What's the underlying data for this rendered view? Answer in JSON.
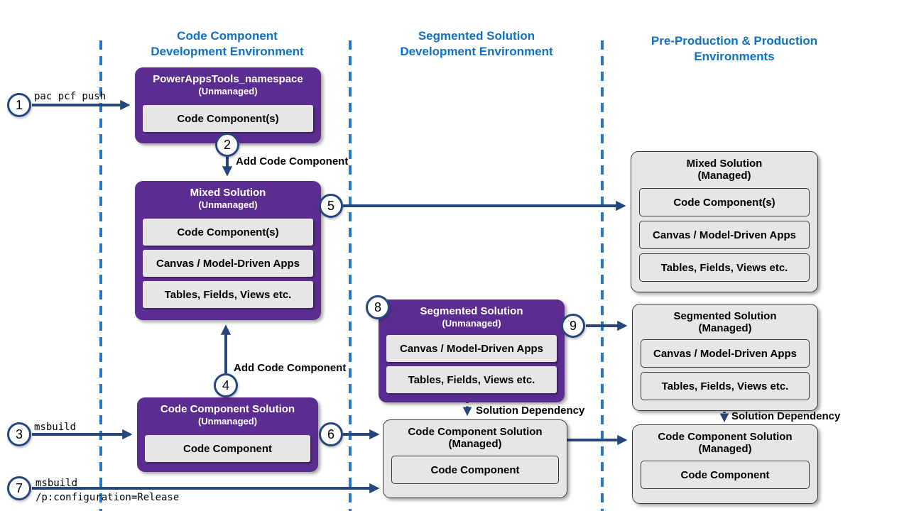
{
  "columns": [
    {
      "title_line1": "Code Component",
      "title_line2": "Development Environment"
    },
    {
      "title_line1": "Segmented Solution",
      "title_line2": "Development Environment"
    },
    {
      "title_line1": "Pre-Production & Production",
      "title_line2": "Environments"
    }
  ],
  "steps": {
    "s1": "1",
    "s2": "2",
    "s3": "3",
    "s4": "4",
    "s5": "5",
    "s6": "6",
    "s7": "7",
    "s8": "8",
    "s9": "9"
  },
  "labels": {
    "pac_pcf_push": "pac pcf push",
    "msbuild": "msbuild",
    "msbuild_release_line1": "msbuild",
    "msbuild_release_line2": "/p:configuration=Release",
    "add_code_component_2": "Add Code Component",
    "add_code_component_4": "Add Code Component",
    "solution_dependency_dev": "Solution Dependency",
    "solution_dependency_prod": "Solution Dependency"
  },
  "boxes": {
    "powerapps_tools": {
      "title": "PowerAppsTools_namespace",
      "state": "(Unmanaged)",
      "items": [
        "Code Component(s)"
      ]
    },
    "mixed_unmanaged": {
      "title": "Mixed Solution",
      "state": "(Unmanaged)",
      "items": [
        "Code Component(s)",
        "Canvas / Model-Driven Apps",
        "Tables, Fields, Views etc."
      ]
    },
    "code_component_unmanaged": {
      "title": "Code Component Solution",
      "state": "(Unmanaged)",
      "items": [
        "Code Component"
      ]
    },
    "segmented_unmanaged": {
      "title": "Segmented Solution",
      "state": "(Unmanaged)",
      "items": [
        "Canvas / Model-Driven Apps",
        "Tables, Fields, Views etc."
      ]
    },
    "code_component_managed_dev": {
      "title": "Code Component Solution",
      "state": "(Managed)",
      "items": [
        "Code Component"
      ]
    },
    "mixed_managed": {
      "title": "Mixed Solution",
      "state": "(Managed)",
      "items": [
        "Code Component(s)",
        "Canvas / Model-Driven Apps",
        "Tables, Fields, Views etc."
      ]
    },
    "segmented_managed": {
      "title": "Segmented Solution",
      "state": "(Managed)",
      "items": [
        "Canvas / Model-Driven Apps",
        "Tables, Fields, Views etc."
      ]
    },
    "code_component_managed_prod": {
      "title": "Code Component Solution",
      "state": "(Managed)",
      "items": [
        "Code Component"
      ]
    }
  },
  "colors": {
    "solution_purple": "#5C2D91",
    "arrow_navy": "#26477E",
    "divider_blue": "#2577C8",
    "header_blue": "#0E70C6",
    "box_gray": "#E7E6E6"
  }
}
